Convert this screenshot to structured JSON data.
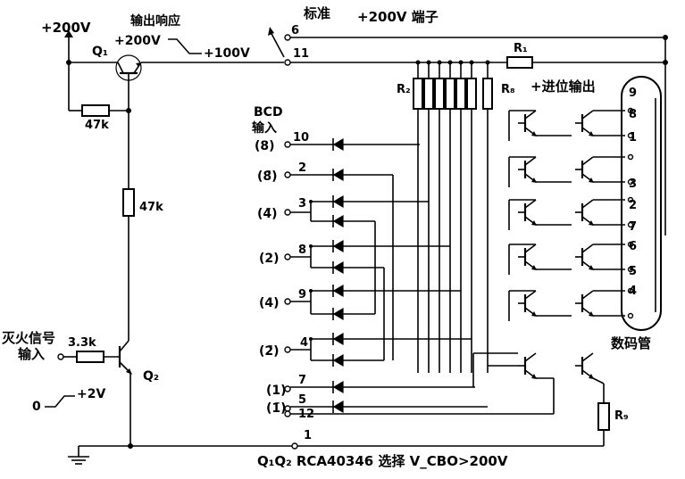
{
  "labels": {
    "v200_top": "+200V",
    "q1": "Q₁",
    "output_response": "输出响应",
    "resp_200v": "+200V",
    "resp_100v": "+100V",
    "r47k_top": "47k",
    "r47k_mid": "47k",
    "standard": "标准",
    "pin6": "6",
    "pin11": "11",
    "term_200v": "+200V 端子",
    "r1": "R₁",
    "r2": "R₂",
    "r8": "R₈",
    "carry_out": "+进位输出",
    "bcd": "BCD",
    "bcd_input": "输入",
    "in_8_label": "(8)",
    "in_8_pin": "10",
    "in_8bar_label": "(8̄)",
    "in_8bar_pin": "2",
    "in_4bar_label": "(4̄)",
    "in_4bar_pin": "3",
    "in_2_label": "(2)",
    "in_2_pin": "8",
    "in_4_label": "(4)",
    "in_4_pin": "9",
    "in_2bar_label": "(2̄)",
    "in_2bar_pin": "4",
    "in_1_label": "(1)",
    "in_1_pin": "7",
    "in_1bar_label": "(1̄)",
    "in_1bar_pin": "5",
    "pin12": "12",
    "pin1": "1",
    "blank_signal": "灭火信号",
    "blank_input": "输入",
    "r33k": "3.3k",
    "q2": "Q₂",
    "zero": "0",
    "plus2v": "+2V",
    "r9": "R₉",
    "nixie": "数码管",
    "digit_9": "9",
    "digit_8": "8",
    "digit_1": "1",
    "digit_3": "3",
    "digit_2": "2",
    "digit_7": "7",
    "digit_6": "6",
    "digit_5": "5",
    "digit_4": "4",
    "footer": "Q₁Q₂  RCA40346  选择 V_CBO>200V"
  }
}
